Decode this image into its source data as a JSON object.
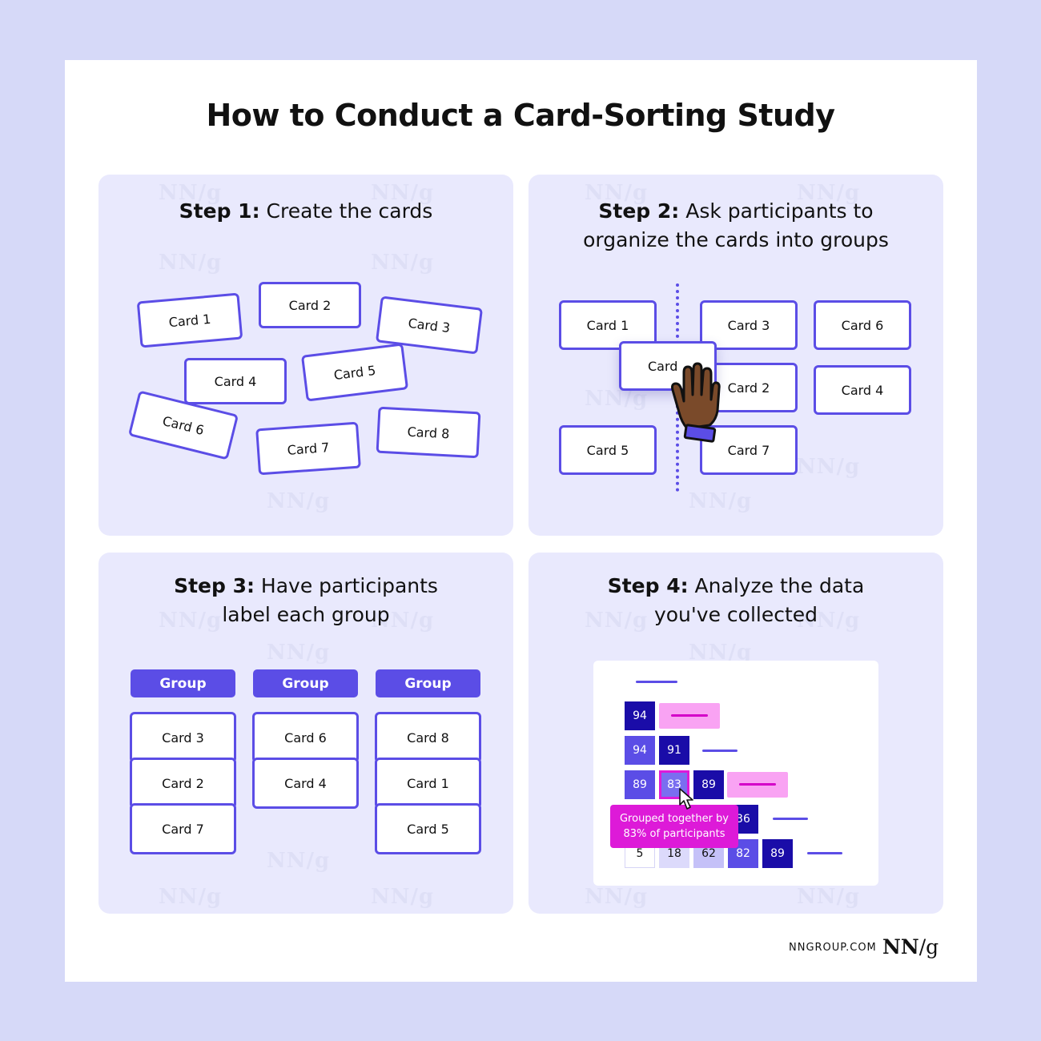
{
  "title": "How to Conduct a Card-Sorting Study",
  "colors": {
    "accent": "#5b4de6",
    "panel_bg": "#e9e9fd",
    "page_bg": "#d6d9f8",
    "highlight": "#dd1ad8",
    "pink": "#f9a3f3"
  },
  "watermark": "NN/g",
  "step1": {
    "label": "Step 1:",
    "text": "Create the cards",
    "cards": [
      "Card 1",
      "Card 2",
      "Card 3",
      "Card 4",
      "Card 5",
      "Card 6",
      "Card 7",
      "Card 8"
    ]
  },
  "step2": {
    "label": "Step 2:",
    "text_line1": "Ask participants to",
    "text_line2": "organize the cards into groups",
    "cards": [
      "Card 1",
      "Card 5",
      "Card 3",
      "Card 2",
      "Card 7",
      "Card 6",
      "Card 4"
    ],
    "dragged_card": "Card",
    "hand_icon": "hand-drag-icon"
  },
  "step3": {
    "label": "Step 3:",
    "text_line1": "Have participants",
    "text_line2": "label each group",
    "groups": [
      {
        "header": "Group",
        "cards": [
          "Card 3",
          "Card 2",
          "Card 7"
        ]
      },
      {
        "header": "Group",
        "cards": [
          "Card 6",
          "Card 4"
        ]
      },
      {
        "header": "Group",
        "cards": [
          "Card 8",
          "Card 1",
          "Card 5"
        ]
      }
    ]
  },
  "step4": {
    "label": "Step 4:",
    "text_line1": "Analyze the data",
    "text_line2": "you've collected",
    "matrix_rows": [
      [
        "94"
      ],
      [
        "94",
        "91"
      ],
      [
        "89",
        "83",
        "89"
      ],
      [
        "36"
      ],
      [
        "5",
        "18",
        "62",
        "82",
        "89"
      ]
    ],
    "tooltip_line1": "Grouped together by",
    "tooltip_line2": "83% of participants",
    "cursor_icon": "pointer-cursor-icon"
  },
  "footer": {
    "site": "NNGROUP.COM",
    "logo_nn": "NN",
    "logo_g": "/g"
  }
}
